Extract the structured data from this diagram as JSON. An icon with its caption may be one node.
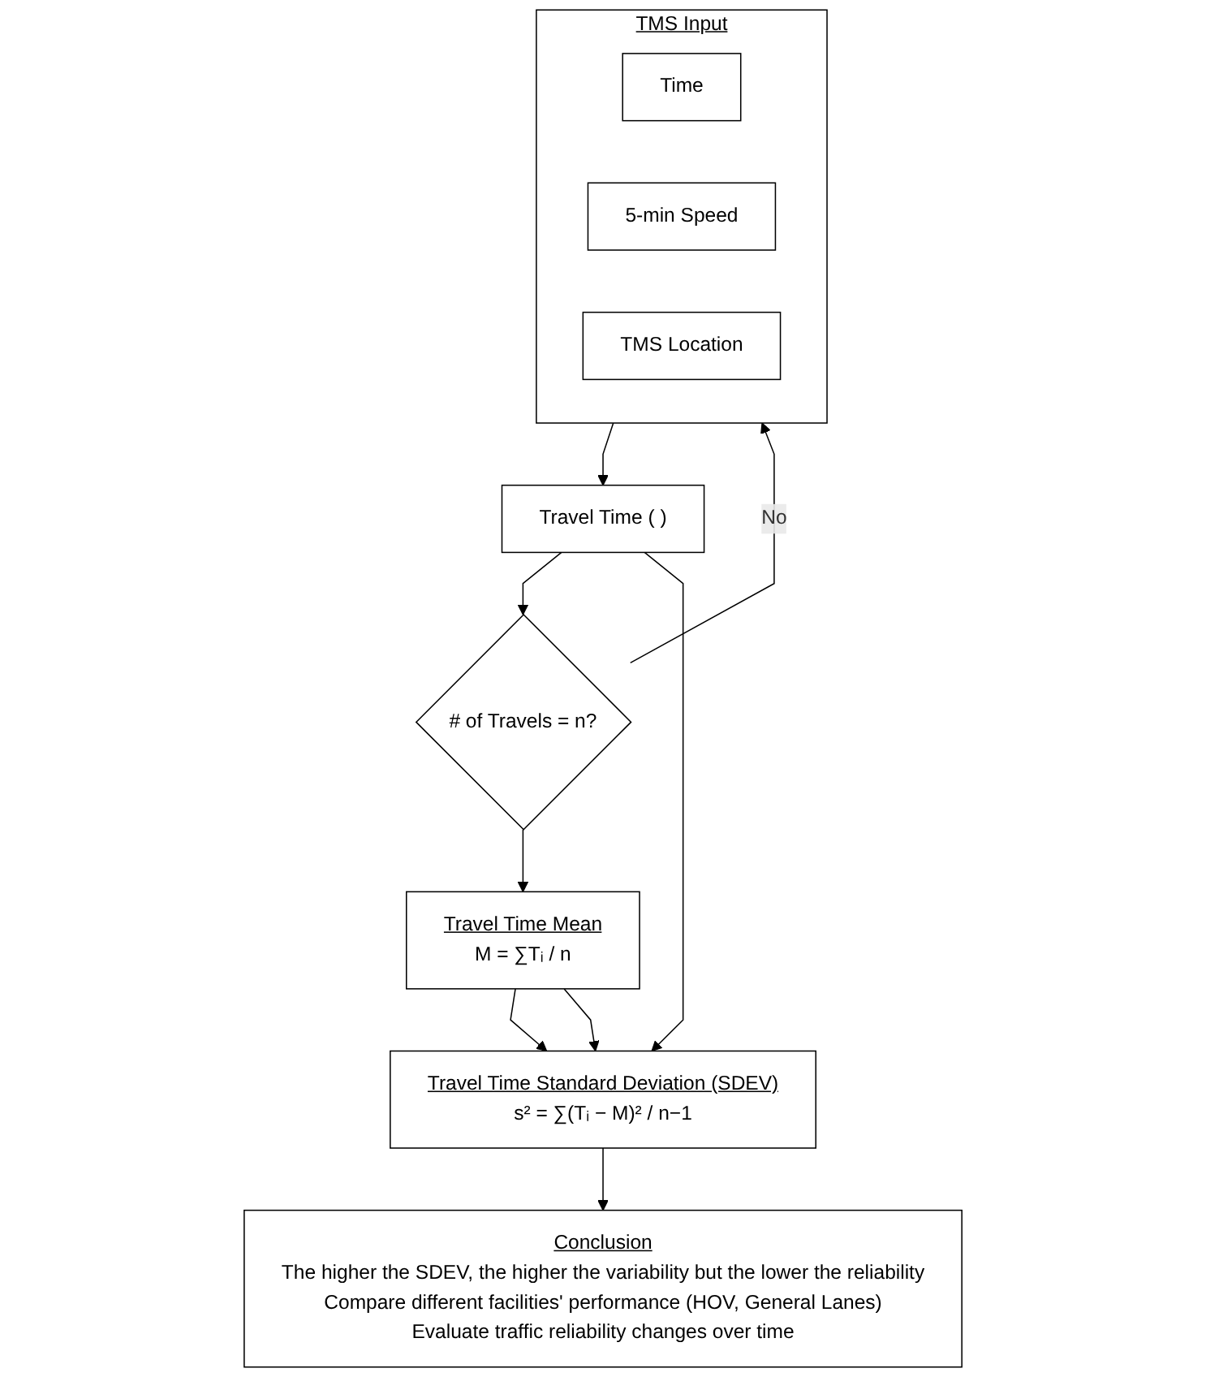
{
  "diagram": {
    "nodes": [
      {
        "text": [
          "TMS Input"
        ]
      },
      {
        "text": [
          "Time"
        ],
        "in": 0
      },
      {
        "text": [
          "5-min Speed"
        ],
        "in": 0
      },
      {
        "text": [
          "TMS Location"
        ],
        "in": 0
      },
      {
        "text": [
          "Travel Time ( )"
        ]
      },
      {
        "text": [
          "# of Travels = n?"
        ]
      },
      {
        "text": [
          "Travel Time Mean",
          "M = ∑Tᵢ / n"
        ]
      },
      {
        "text": [
          "Travel Time Standard Deviation (SDEV)",
          "s² = ∑(Tᵢ − M)² / n−1"
        ]
      },
      {
        "text": [
          "Conclusion",
          "The higher the SDEV, the higher the variability but the lower the reliability",
          "Compare different facilities' performance (HOV, General Lanes)",
          "Evaluate traffic reliability changes over time"
        ]
      }
    ],
    "edges": [
      {
        "from": 0,
        "to": 4,
        "arrow": "to"
      },
      {
        "from": 4,
        "to": 5,
        "arrow": "to"
      },
      {
        "from": 5,
        "to": 0,
        "arrow": "to",
        "label": "No"
      },
      {
        "from": 5,
        "to": 6,
        "arrow": "to"
      },
      {
        "from": 6,
        "to": 7,
        "arrow": "to"
      },
      {
        "from": 4,
        "to": 7,
        "arrow": "to"
      },
      {
        "from": 6,
        "to": 7,
        "arrow": "to"
      },
      {
        "from": 7,
        "to": 8,
        "arrow": "to"
      }
    ]
  }
}
